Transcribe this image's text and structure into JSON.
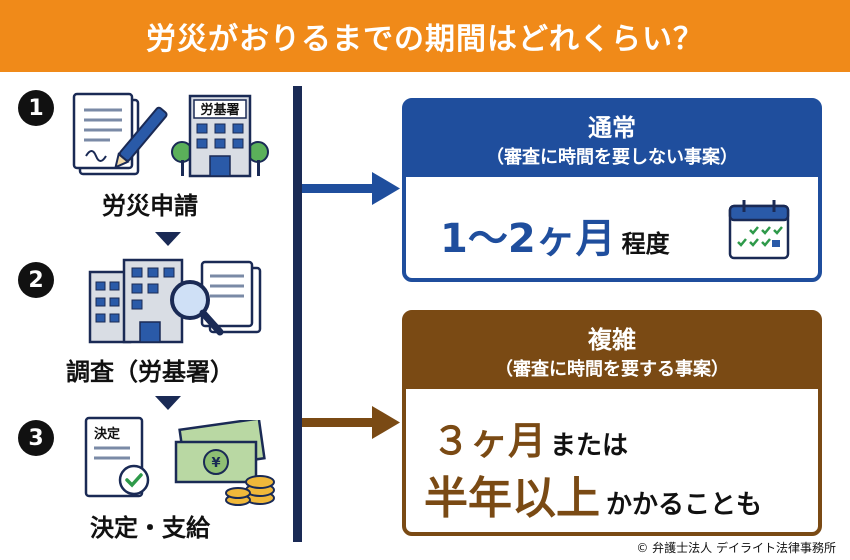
{
  "title": "労災がおりるまでの期間はどれくらい？",
  "steps": [
    {
      "number": "1",
      "label": "労災申請",
      "building_sign": "労基署"
    },
    {
      "number": "2",
      "label": "調査（労基署）"
    },
    {
      "number": "3",
      "label": "決定・支給",
      "document_title": "決定"
    }
  ],
  "normal": {
    "title": "通常",
    "subtitle": "（審査に時間を要しない事案）",
    "duration": "1〜2ヶ月",
    "suffix": "程度"
  },
  "complex": {
    "title": "複雑",
    "subtitle": "（審査に時間を要する事案）",
    "line1_em": "３ヶ月",
    "line1_rest": "または",
    "line2_em": "半年以上",
    "line2_rest": "かかることも"
  },
  "credit": "© 弁護士法人 デイライト法律事務所",
  "colors": {
    "banner": "#f08a19",
    "normal": "#1f4e9d",
    "complex": "#7a4a14",
    "line": "#1a2a55"
  }
}
